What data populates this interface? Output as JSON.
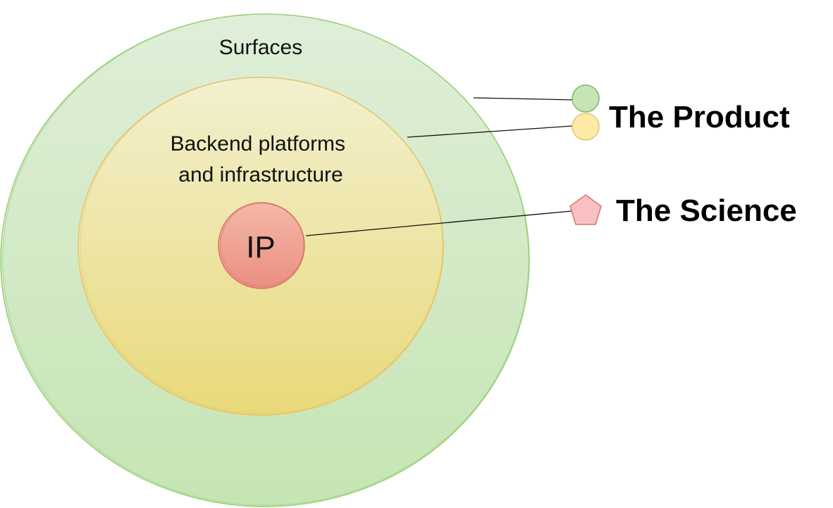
{
  "rings": {
    "outer": {
      "label": "Surfaces",
      "fill_top": "#dfeed9",
      "fill_bottom": "#c6e5b3",
      "stroke": "#97d077"
    },
    "middle": {
      "label_lines": [
        "Backend platforms",
        "and infrastructure"
      ],
      "fill_top": "#f2f0cf",
      "fill_bottom": "#e9d97a",
      "stroke": "#e6c46a"
    },
    "core": {
      "label": "IP",
      "fill_top": "#f4b8a8",
      "fill_bottom": "#ea8f80",
      "stroke": "#d9736b"
    }
  },
  "legend": {
    "product": {
      "label": "The Product",
      "markers": [
        {
          "ring": "outer",
          "color": "#c6e5b3",
          "stroke": "#82b366"
        },
        {
          "ring": "middle",
          "color": "#fde9a8",
          "stroke": "#e6c46a"
        }
      ]
    },
    "science": {
      "label": "The Science",
      "marker": {
        "ring": "core",
        "color": "#f7c1c1",
        "stroke": "#d9736b"
      }
    }
  }
}
